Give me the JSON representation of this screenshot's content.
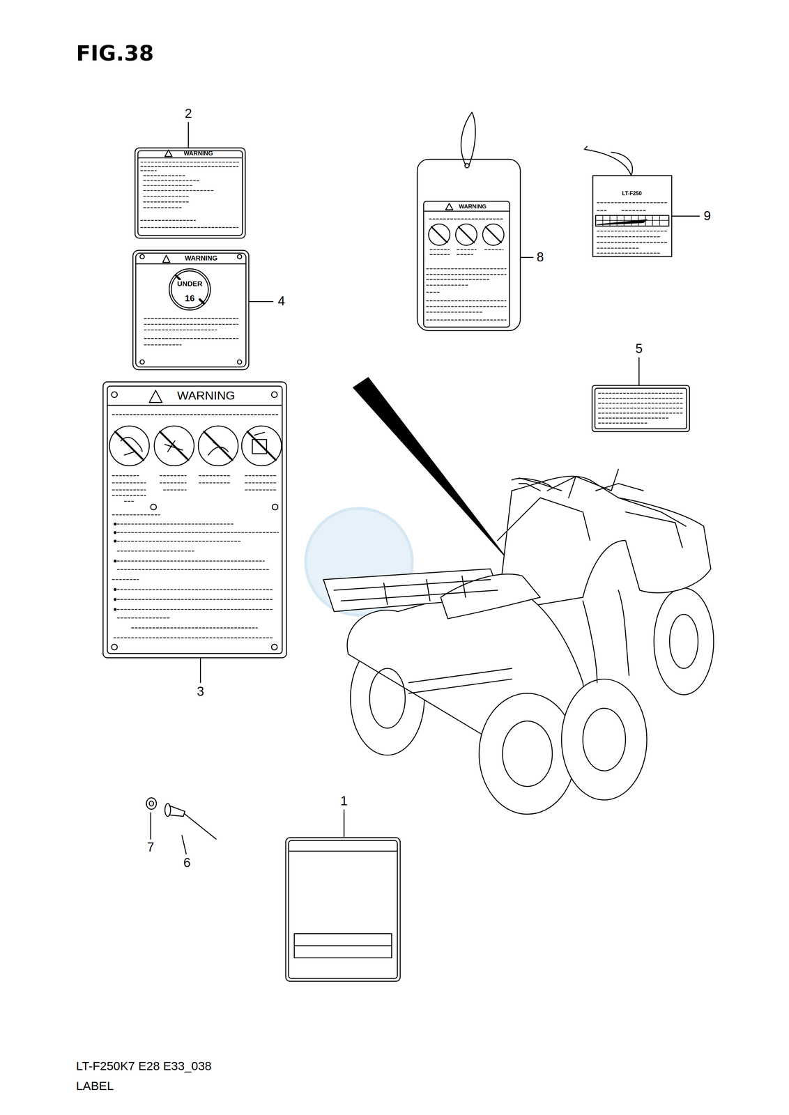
{
  "diagram": {
    "title": "FIG.38",
    "caption": "LT-F250K7 E28 E33_038",
    "labels": [
      "2",
      "WARNING",
      "WARNING",
      "UNDER",
      "16",
      "4",
      "WARNING",
      "3",
      "WARNING",
      "8",
      "LT-F250",
      "9",
      "5",
      "7",
      "6",
      "1",
      "LABEL"
    ]
  }
}
